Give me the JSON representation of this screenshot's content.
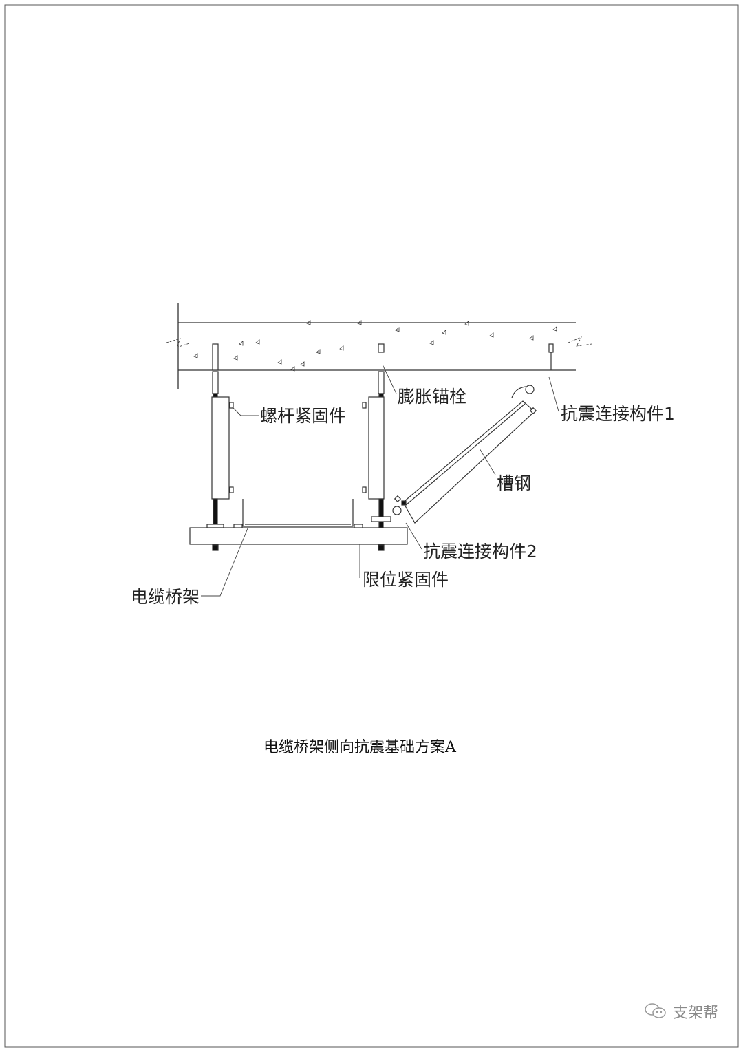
{
  "labels": {
    "rod_fastener": "螺杆紧固件",
    "expansion_anchor": "膨胀锚栓",
    "seismic_connector_1": "抗震连接构件1",
    "channel_steel": "槽钢",
    "seismic_connector_2": "抗震连接构件2",
    "limit_fastener": "限位紧固件",
    "cable_tray": "电缆桥架"
  },
  "title": "电缆桥架侧向抗震基础方案A",
  "watermark": {
    "text": "支架帮",
    "icon": "wechat-icon"
  },
  "colors": {
    "line": "#333333",
    "text": "#222222",
    "watermark": "#8a8a8a"
  }
}
